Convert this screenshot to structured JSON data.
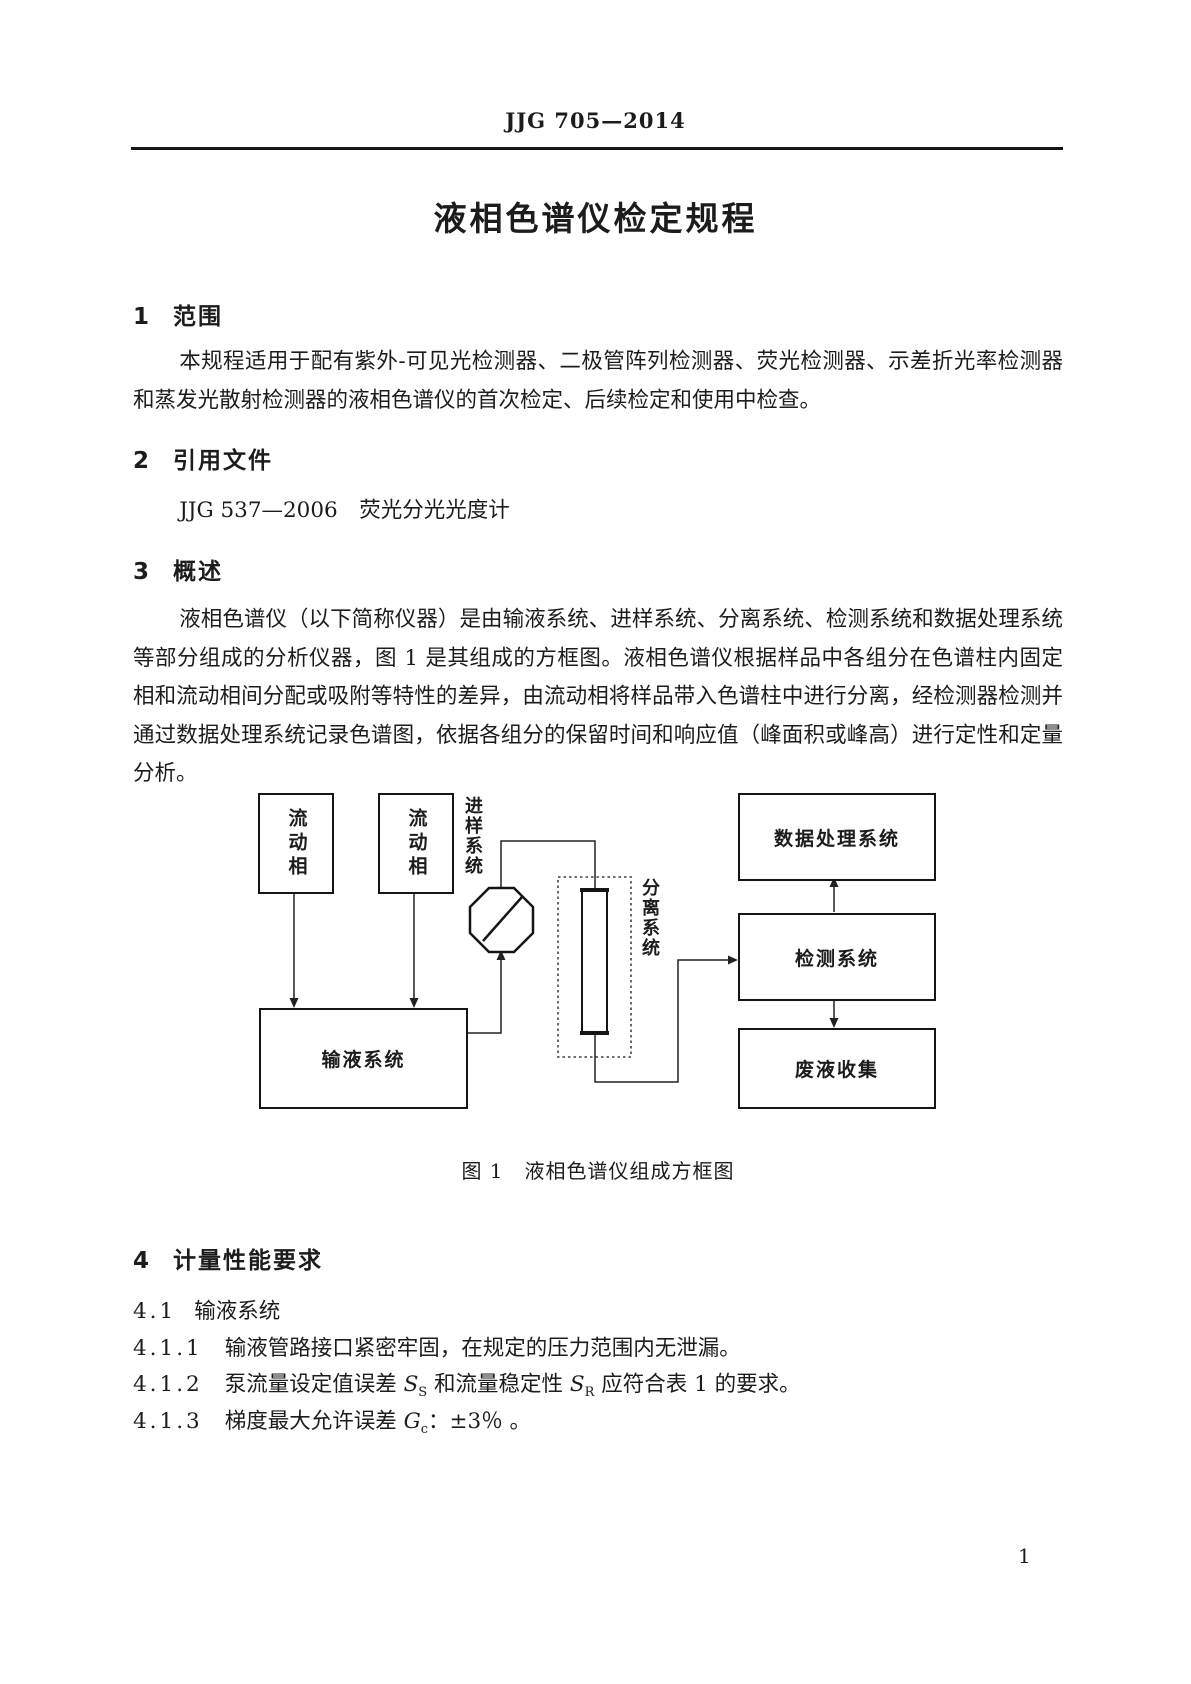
{
  "header": {
    "doc_code": "JJG 705—2014"
  },
  "title": "液相色谱仪检定规程",
  "section1": {
    "num": "1",
    "heading": "范围",
    "body": "本规程适用于配有紫外-可见光检测器、二极管阵列检测器、荧光检测器、示差折光率检测器和蒸发光散射检测器的液相色谱仪的首次检定、后续检定和使用中检查。"
  },
  "section2": {
    "num": "2",
    "heading": "引用文件",
    "reference": "JJG 537—2006　荧光分光光度计"
  },
  "section3": {
    "num": "3",
    "heading": "概述",
    "body": "液相色谱仪（以下简称仪器）是由输液系统、进样系统、分离系统、检测系统和数据处理系统等部分组成的分析仪器，图 1 是其组成的方框图。液相色谱仪根据样品中各组分在色谱柱内固定相和流动相间分配或吸附等特性的差异，由流动相将样品带入色谱柱中进行分离，经检测器检测并通过数据处理系统记录色谱图，依据各组分的保留时间和响应值（峰面积或峰高）进行定性和定量分析。"
  },
  "diagram": {
    "caption": "图 1　液相色谱仪组成方框图",
    "boxes": {
      "mobile_phase_1": "流动相",
      "mobile_phase_2": "流动相",
      "pump": "输液系统",
      "injector_label": "进样系统",
      "separation_label": "分离系统",
      "data_processing": "数据处理系统",
      "detector": "检测系统",
      "waste": "废液收集"
    }
  },
  "section4": {
    "num": "4",
    "heading": "计量性能要求",
    "clause_4_1": {
      "num": "4.1",
      "text": "输液系统"
    },
    "clause_4_1_1": {
      "num": "4.1.1",
      "text": "输液管路接口紧密牢固，在规定的压力范围内无泄漏。"
    },
    "clause_4_1_2": {
      "num": "4.1.2",
      "pre": "泵流量设定值误差 ",
      "var1": "S",
      "sub1": "S",
      "mid": " 和流量稳定性 ",
      "var2": "S",
      "sub2": "R",
      "post": " 应符合表 1 的要求。"
    },
    "clause_4_1_3": {
      "num": "4.1.3",
      "pre": "梯度最大允许误差 ",
      "var1": "G",
      "sub1": "c",
      "post": "：±3％ 。"
    }
  },
  "footer": {
    "page_number": "1"
  }
}
